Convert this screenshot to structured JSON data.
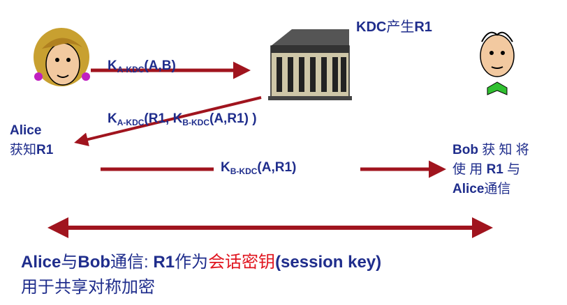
{
  "kdc_title": {
    "prefix": "KDC",
    "suffix": "产生",
    "r": "R1"
  },
  "msg1": {
    "k": "K",
    "sub": "A-KDC",
    "args": "(A,B)"
  },
  "msg2": {
    "k": "K",
    "sub": "A-KDC",
    "open": "(R1, ",
    "k2": "K",
    "sub2": "B-KDC",
    "close": "(A,R1) )"
  },
  "msg3": {
    "k": "K",
    "sub": "B-KDC",
    "args": "(A,R1)"
  },
  "alice": {
    "name": "Alice",
    "learn": "获知",
    "r": "R1"
  },
  "bob": {
    "line1_name": "Bob",
    "line1_rest": " 获 知 将",
    "line2_a": "使 用 ",
    "line2_r": "R1",
    "line2_b": " 与",
    "line3_name": "Alice",
    "line3_rest": "通信"
  },
  "bottom": {
    "alice": "Alice",
    "with": "与",
    "bob": "Bob",
    "comm": "通信: ",
    "r": "R1",
    "as": "作为",
    "session_cn": "会话密钥",
    "session_en": "(session key)",
    "line2": "用于共享对称加密"
  },
  "colors": {
    "arrow": "#a0141e",
    "text": "#1f2d8c",
    "highlight": "#e0141e"
  }
}
